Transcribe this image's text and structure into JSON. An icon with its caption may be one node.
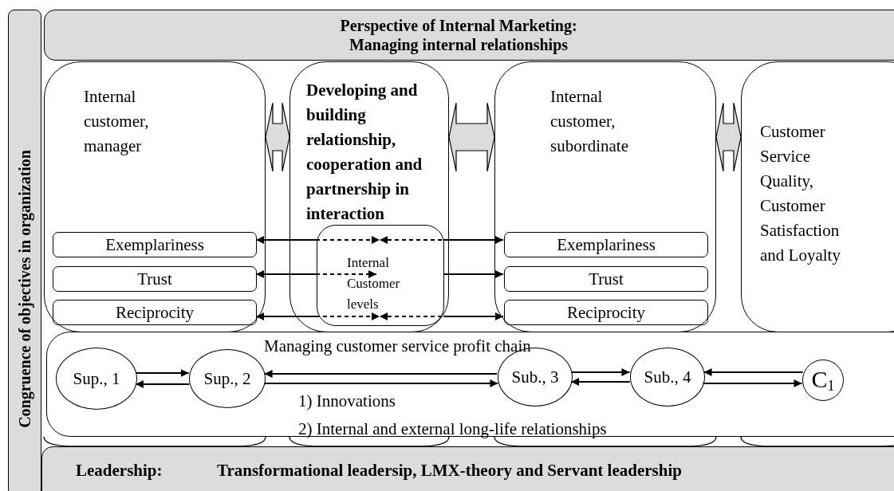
{
  "diagram": {
    "nodes": [
      {
        "text": [
          "Congruence of objectives in organization"
        ]
      },
      {
        "text": [
          "Perspective of Internal Marketing: Managing internal relationships"
        ]
      },
      {
        "text": [
          "Internal customer, manager"
        ]
      },
      {
        "text": [
          "Developing and building relationship, cooperation and partnership in interaction"
        ]
      },
      {
        "text": [
          "Internal customer, subordinate"
        ]
      },
      {
        "text": [
          "Customer Service Quality, Customer Satisfaction and Loyalty"
        ]
      },
      {
        "text": [
          "Exemplariness"
        ],
        "in": 2
      },
      {
        "text": [
          "Trust"
        ],
        "in": 2
      },
      {
        "text": [
          "Reciprocity"
        ],
        "in": 2
      },
      {
        "text": [
          "Internal Customer levels"
        ],
        "in": 3
      },
      {
        "text": [
          "Exemplariness"
        ],
        "in": 4
      },
      {
        "text": [
          "Trust"
        ],
        "in": 4
      },
      {
        "text": [
          "Reciprocity"
        ],
        "in": 4
      },
      {
        "text": [
          "Managing customer service profit chain",
          "1) Innovations",
          "2) Internal and external long-life relationships"
        ]
      },
      {
        "text": [
          "Sup., 1"
        ],
        "in": 13
      },
      {
        "text": [
          "Sup., 2"
        ],
        "in": 13
      },
      {
        "text": [
          "Sub., 3"
        ],
        "in": 13
      },
      {
        "text": [
          "Sub., 4"
        ],
        "in": 13
      },
      {
        "text": [
          "C$_{1}$"
        ],
        "in": 13
      },
      {
        "text": [
          "Leadership:",
          "Transformational leadersip, LMX-theory and Servant leadership"
        ]
      }
    ],
    "edges": [
      {
        "from": 2,
        "to": 3,
        "arrow": "both",
        "style": "thick"
      },
      {
        "from": 3,
        "to": 4,
        "arrow": "both",
        "style": "thick"
      },
      {
        "from": 4,
        "to": 5,
        "arrow": "both",
        "style": "thick"
      },
      {
        "from": 9,
        "to": 6,
        "arrow": "to"
      },
      {
        "from": 9,
        "to": 10,
        "arrow": "to"
      },
      {
        "from": 9,
        "to": 7,
        "arrow": "to"
      },
      {
        "from": 9,
        "to": 11,
        "arrow": "to"
      },
      {
        "from": 9,
        "to": 8,
        "arrow": "to"
      },
      {
        "from": 9,
        "to": 12,
        "arrow": "to"
      },
      {
        "from": 14,
        "to": 15,
        "arrow": "to"
      },
      {
        "from": 15,
        "to": 14,
        "arrow": "to"
      },
      {
        "from": 16,
        "to": 15,
        "arrow": "to"
      },
      {
        "from": 15,
        "to": 16,
        "arrow": "to"
      },
      {
        "from": 16,
        "to": 17,
        "arrow": "to"
      },
      {
        "from": 17,
        "to": 16,
        "arrow": "to"
      },
      {
        "from": 18,
        "to": 17,
        "arrow": "to"
      },
      {
        "from": 17,
        "to": 18,
        "arrow": "to"
      }
    ]
  }
}
